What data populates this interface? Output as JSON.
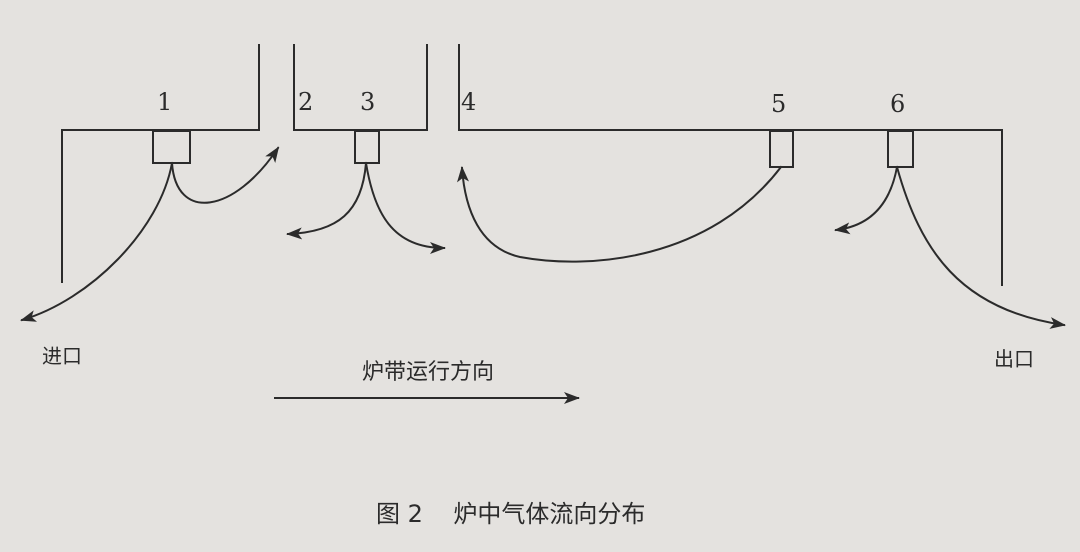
{
  "diagram": {
    "nozzles": [
      {
        "id": "1",
        "label": "1"
      },
      {
        "id": "2",
        "label": "2"
      },
      {
        "id": "3",
        "label": "3"
      },
      {
        "id": "4",
        "label": "4"
      },
      {
        "id": "5",
        "label": "5"
      },
      {
        "id": "6",
        "label": "6"
      }
    ],
    "inlet_label": "进口",
    "outlet_label": "出口",
    "belt_direction_label": "炉带运行方向",
    "caption": "图 2    炉中气体流向分布"
  },
  "colors": {
    "background": "#e4e2df",
    "ink": "#2b2b2b"
  }
}
